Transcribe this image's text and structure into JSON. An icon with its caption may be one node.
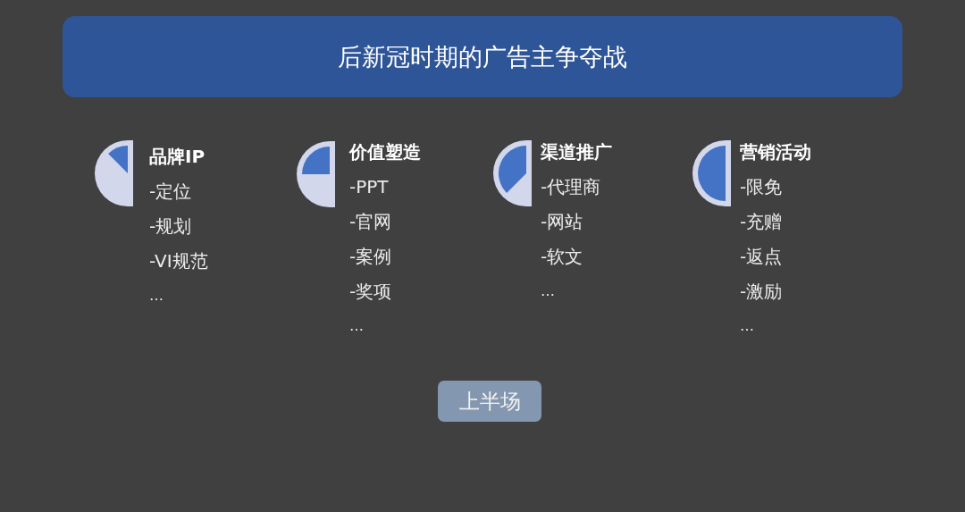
{
  "diagram": {
    "nodes": [
      {
        "text": [
          "后新冠时期的广告主争夺战"
        ]
      },
      {
        "text": [
          "上半场"
        ]
      }
    ],
    "edges": [],
    "labels": [
      "品牌IP",
      "-定位",
      "-规划",
      "-VI规范",
      "…",
      "价值塑造",
      "-PPT",
      "-官网",
      "-案例",
      "-奖项",
      "…",
      "渠道推广",
      "-代理商",
      "-网站",
      "-软文",
      "…",
      "营销活动",
      "-限免",
      "-充赠",
      "-返点",
      "-激励",
      "…"
    ]
  }
}
